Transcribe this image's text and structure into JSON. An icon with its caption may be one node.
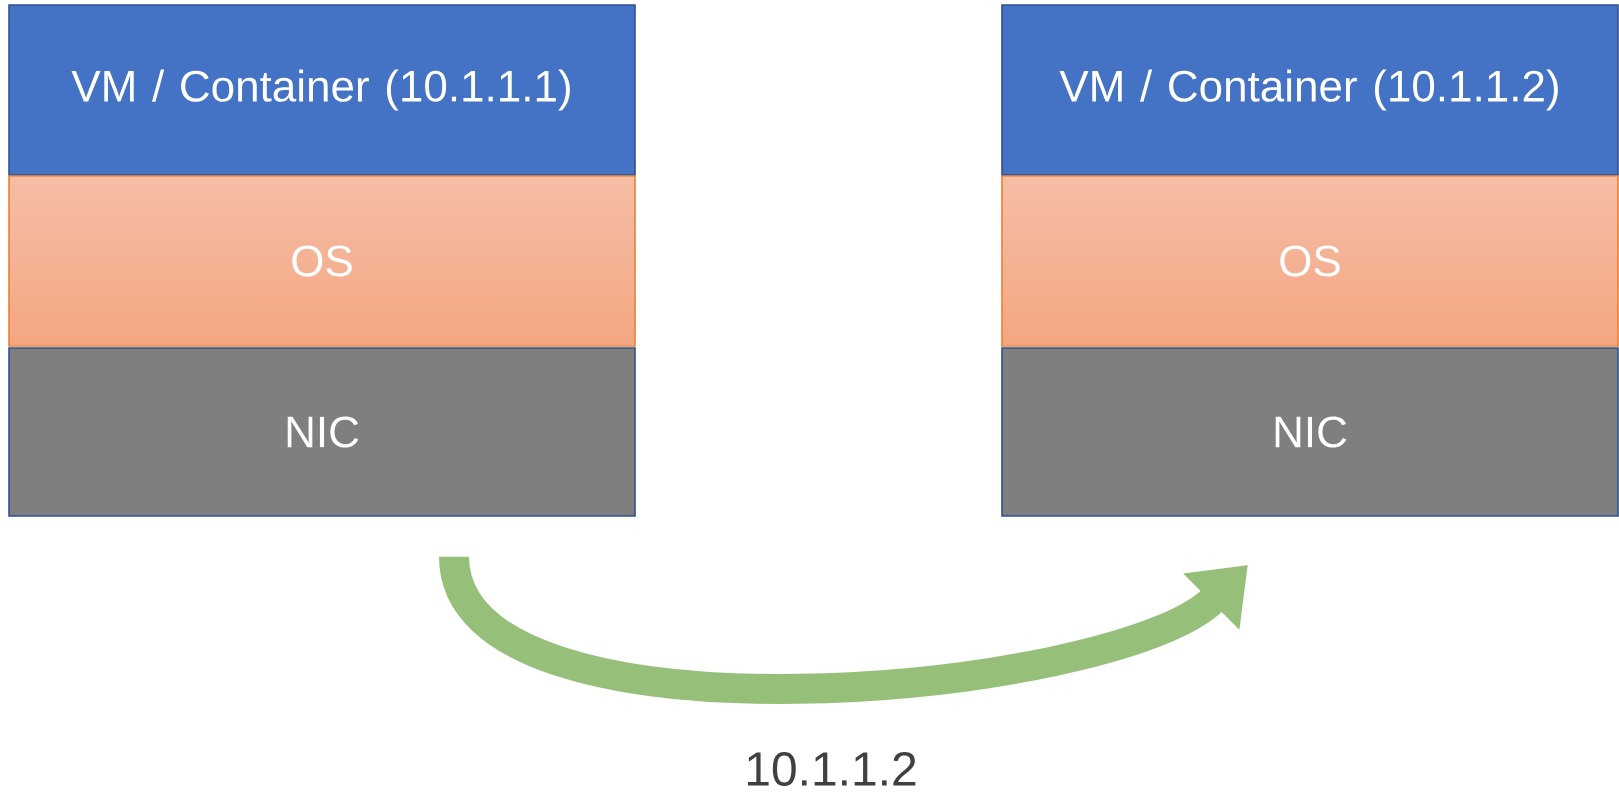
{
  "diagram": {
    "nodes": [
      {
        "text": [
          "VM / Container (10.1.1.1)"
        ]
      },
      {
        "text": [
          "OS"
        ]
      },
      {
        "text": [
          "NIC"
        ]
      },
      {
        "text": [
          "VM / Container (10.1.1.2)"
        ]
      },
      {
        "text": [
          "OS"
        ]
      },
      {
        "text": [
          "NIC"
        ]
      }
    ],
    "edges": [
      {
        "from": 2,
        "to": 5,
        "arrow": "to",
        "label": "10.1.1.2"
      }
    ]
  }
}
